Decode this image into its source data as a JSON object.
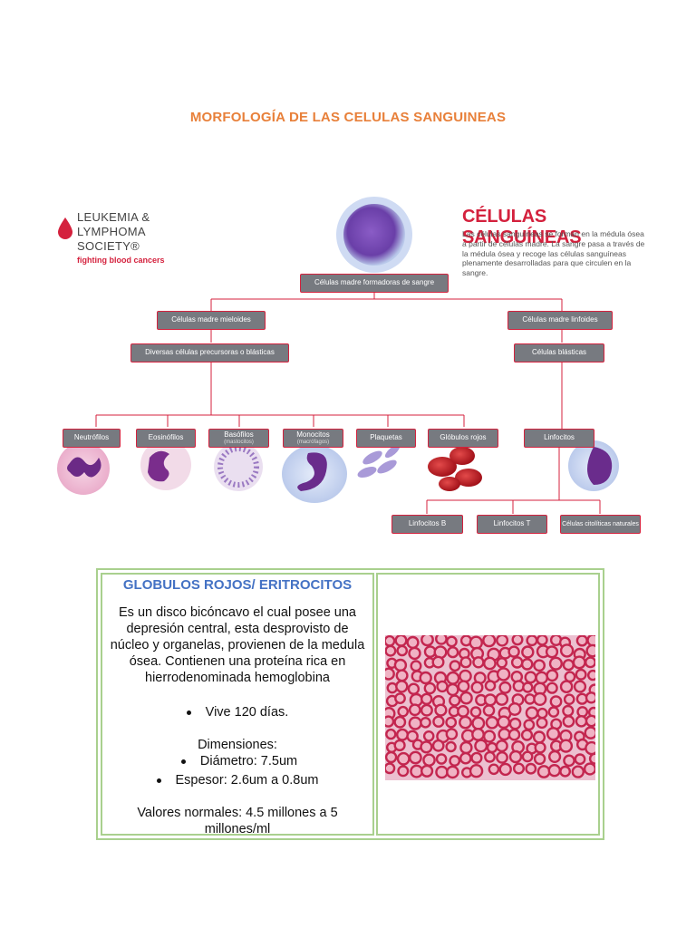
{
  "page_title": "MORFOLOGÍA DE LAS CELULAS SANGUINEAS",
  "infographic": {
    "logo": {
      "line1": "LEUKEMIA &",
      "line2": "LYMPHOMA",
      "line3": "SOCIETY®",
      "tagline": "fighting blood cancers"
    },
    "title": "CÉLULAS SANGUÍNEAS",
    "description": "Las células sanguíneas se forman en la médula ósea a partir de células madre. La sangre pasa a través de la médula ósea y recoge las células sanguíneas plenamente desarrolladas para que circulen en la sangre.",
    "root": "Células madre formadoras de sangre",
    "myeloid": "Células madre mieloides",
    "myeloid_precursors": "Diversas células precursoras o blásticas",
    "lymphoid": "Células madre linfoides",
    "lymphoid_blasts": "Células blásticas",
    "cells": {
      "neutrofilos": "Neutrófilos",
      "eosinofilos": "Eosinófilos",
      "basofilos": "Basófilos",
      "basofilos_sub": "(mastocitos)",
      "monocitos": "Monocitos",
      "monocitos_sub": "(macrófagos)",
      "plaquetas": "Plaquetas",
      "globulos_rojos": "Glóbulos rojos",
      "linfocitos": "Linfocitos"
    },
    "lymphocytes": {
      "b": "Linfocitos B",
      "t": "Linfocitos T",
      "nk": "Células citolíticas naturales"
    }
  },
  "table": {
    "heading": "GLOBULOS ROJOS/ ERITROCITOS",
    "description": "Es un disco bicóncavo el cual posee una depresión central, esta desprovisto de núcleo y organelas, provienen de la medula ósea. Contienen una proteína rica en hierrodenominada hemoglobina",
    "bullet_life": "Vive 120 días.",
    "dimensions_label": "Dimensiones:",
    "diameter": "Diámetro: 7.5um",
    "thickness": "Espesor: 2.6um a 0.8um",
    "normal_values": "Valores normales: 4.5 millones a 5 millones/ml"
  },
  "colors": {
    "title_orange": "#e8803a",
    "brand_red": "#d4213d",
    "heading_blue": "#4472c4",
    "table_border": "#a9d08e"
  }
}
